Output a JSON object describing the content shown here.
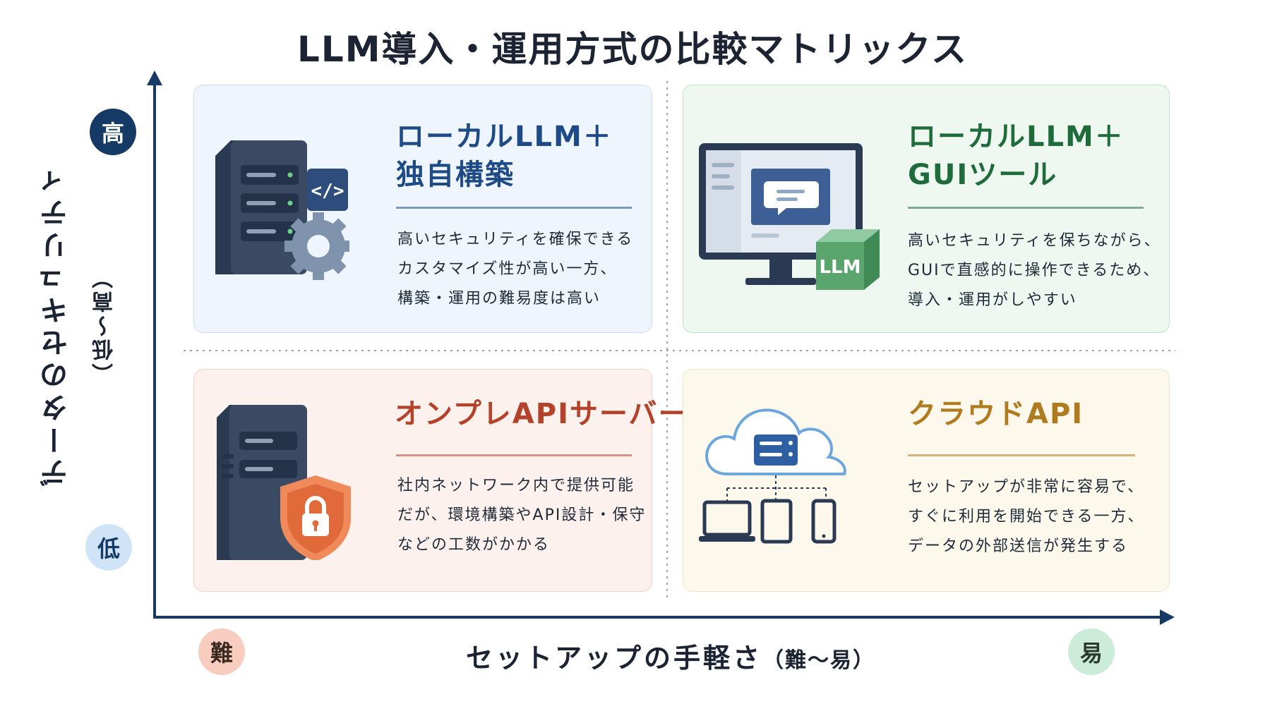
{
  "title": "LLM導入・運用方式の比較マトリックス",
  "y_axis": {
    "label": "データのセキュリティ",
    "sub": "（低～高）",
    "high": "高",
    "low": "低"
  },
  "x_axis": {
    "label": "セットアップの手軽さ",
    "sub": "（難～易）",
    "hard": "難",
    "easy": "易"
  },
  "quadrants": {
    "top_left": {
      "title_lines": [
        "ローカルLLM＋",
        "独自構築"
      ],
      "desc_lines": [
        "高いセキュリティを確保できる",
        "カスタマイズ性が高い一方、",
        "構築・運用の難易度は高い"
      ],
      "color": "#1e4a86",
      "icon": "server-code-gear-icon"
    },
    "top_right": {
      "title_lines": [
        "ローカルLLM＋",
        "GUIツール"
      ],
      "desc_lines": [
        "高いセキュリティを保ちながら、",
        "GUIで直感的に操作できるため、",
        "導入・運用がしやすい"
      ],
      "color": "#1f6b3c",
      "icon": "monitor-chat-llm-cube-icon",
      "icon_text": "LLM"
    },
    "bottom_left": {
      "title_lines": [
        "オンプレAPIサーバー"
      ],
      "desc_lines": [
        "社内ネットワーク内で提供可能",
        "だが、環境構築やAPI設計・保守",
        "などの工数がかかる"
      ],
      "color": "#b2432a",
      "icon": "server-shield-lock-icon"
    },
    "bottom_right": {
      "title_lines": [
        "クラウドAPI"
      ],
      "desc_lines": [
        "セットアップが非常に容易で、",
        "すぐに利用を開始できる一方、",
        "データの外部送信が発生する"
      ],
      "color": "#b07a1e",
      "icon": "cloud-devices-icon"
    }
  }
}
